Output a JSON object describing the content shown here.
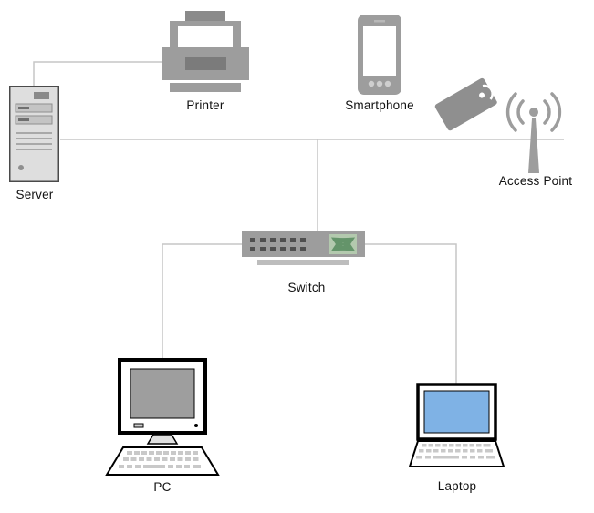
{
  "diagram": {
    "type": "network-topology",
    "nodes": {
      "printer": {
        "label": "Printer"
      },
      "smartphone": {
        "label": "Smartphone"
      },
      "access_point": {
        "label": "Access Point"
      },
      "server": {
        "label": "Server"
      },
      "switch": {
        "label": "Switch"
      },
      "pc": {
        "label": "PC"
      },
      "laptop": {
        "label": "Laptop"
      }
    },
    "edges": [
      {
        "from": "server",
        "to": "printer"
      },
      {
        "from": "server",
        "to": "switch"
      },
      {
        "from": "switch",
        "to": "access_point"
      },
      {
        "from": "switch",
        "to": "pc"
      },
      {
        "from": "switch",
        "to": "laptop"
      }
    ],
    "colors": {
      "connection_line": "#c6c6c6",
      "device_gray": "#9d9d9d",
      "switch_green": "#b3c9ae",
      "switch_arrow_green": "#64946a",
      "laptop_screen_blue": "#7fb2e5",
      "pc_screen_gray": "#9e9e9e",
      "background": "#ffffff"
    }
  }
}
